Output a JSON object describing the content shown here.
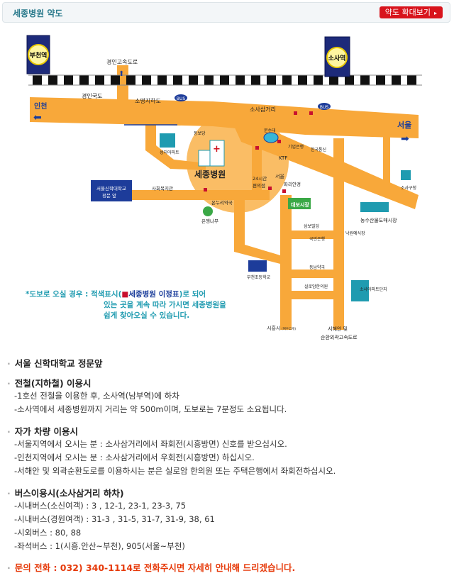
{
  "header": {
    "title": "세종병원 약도",
    "zoom_button": "약도 확대보기",
    "zoom_arrow": "▸"
  },
  "map": {
    "stations": {
      "bucheon": "부천역",
      "sosa": "소사역"
    },
    "labels": {
      "gyeongin_expressway": "경인고속도로",
      "gyeongin_road": "경인국도",
      "somyeong_underpass": "소명지하도",
      "incheon": "인천",
      "seoul_east": "서울",
      "bus1": "BUS",
      "bus2": "BUS",
      "sosa_junction": "소사삼거리",
      "dongbodang": "동보당",
      "seongji_apt": "성지아파트",
      "hospital": "세종병원",
      "welfare_center": "사회복지관",
      "seminary_line1": "서울신학대학교",
      "seminary_line2": "정문 앞",
      "onnuri_pharmacy": "온누리약국",
      "ginkgo": "은행나무",
      "store_line1": "24시간",
      "store_line2": "편의점",
      "seoul_optical_line1": "서울",
      "seoul_optical_line2": "파리안경",
      "fountain": "분수대",
      "ktf": "KTF",
      "ibk": "기업은행",
      "kt": "한국통신",
      "sosa_gu_office": "소사구청",
      "wholesale_market": "농수산물도매시장",
      "daebo_market": "대보시장",
      "sambo_building": "삼보빌딩",
      "kookmin_bank": "국민은행",
      "wedding_hall": "낙원예식장",
      "bucheon_elementary": "부천초등학교",
      "dongnam_pharmacy": "동남약국",
      "siloam_clinic": "실로암한의원",
      "sosa_apartments": "소사아파트단지",
      "siheung": "시흥시",
      "siheung_sub": "(여우고개)",
      "west_coast_line1": "서해안 및",
      "west_coast_line2": "순환외곽고속도로"
    },
    "walking_note": {
      "star": "*",
      "prefix": "도보로 오실 경우 : 적색표시(",
      "marker_label": "세종병원 이정표",
      "suffix": ")로 되어",
      "line2": "있는 곳을 계속 따라 가시면 세종병원을",
      "line3": "쉽게 찾아오실 수 있습니다."
    },
    "colors": {
      "road": "#f8a83a",
      "circle": "#f9b24a",
      "marker": "#c8102e",
      "accent": "#1f9bb0"
    }
  },
  "info": {
    "seminary": {
      "heading": "서울 신학대학교 정문앞"
    },
    "subway": {
      "heading": "전철(지하철) 이용시",
      "lines": [
        "-1호선 전철을 이용한 후, 소사역(남부역)에 하차",
        "-소사역에서 세종병원까지 거리는 약 500m이며, 도보로는 7분정도 소요됩니다."
      ]
    },
    "car": {
      "heading": "자가 차량 이용시",
      "lines": [
        "-서울지역에서 오시는 분 : 소사삼거리에서 좌회전(시흥방면) 신호를 받으십시오.",
        "-인천지역에서 오시는 분 : 소사삼거리에서 우회전(시흥방면) 하십시오.",
        "-서해안 및 외곽순환도로를 이용하시는 분은 실로암 한의원 또는 주택은행에서 좌회전하십시오."
      ]
    },
    "bus": {
      "heading": "버스이용시(소사삼거리 하차)",
      "lines": [
        "-시내버스(소신여객) : 3 , 12-1, 23-1, 23-3, 75",
        "-시내버스(경원여객) : 31-3 , 31-5, 31-7, 31-9, 38, 61",
        "-시외버스 : 80, 88",
        "-좌석버스 : 1(시흥.안산~부천), 905(서울~부천)"
      ]
    },
    "contact": {
      "heading": "문의 전화 : 032) 340-1114로 전화주시면 자세히 안내해 드리겠습니다."
    }
  }
}
